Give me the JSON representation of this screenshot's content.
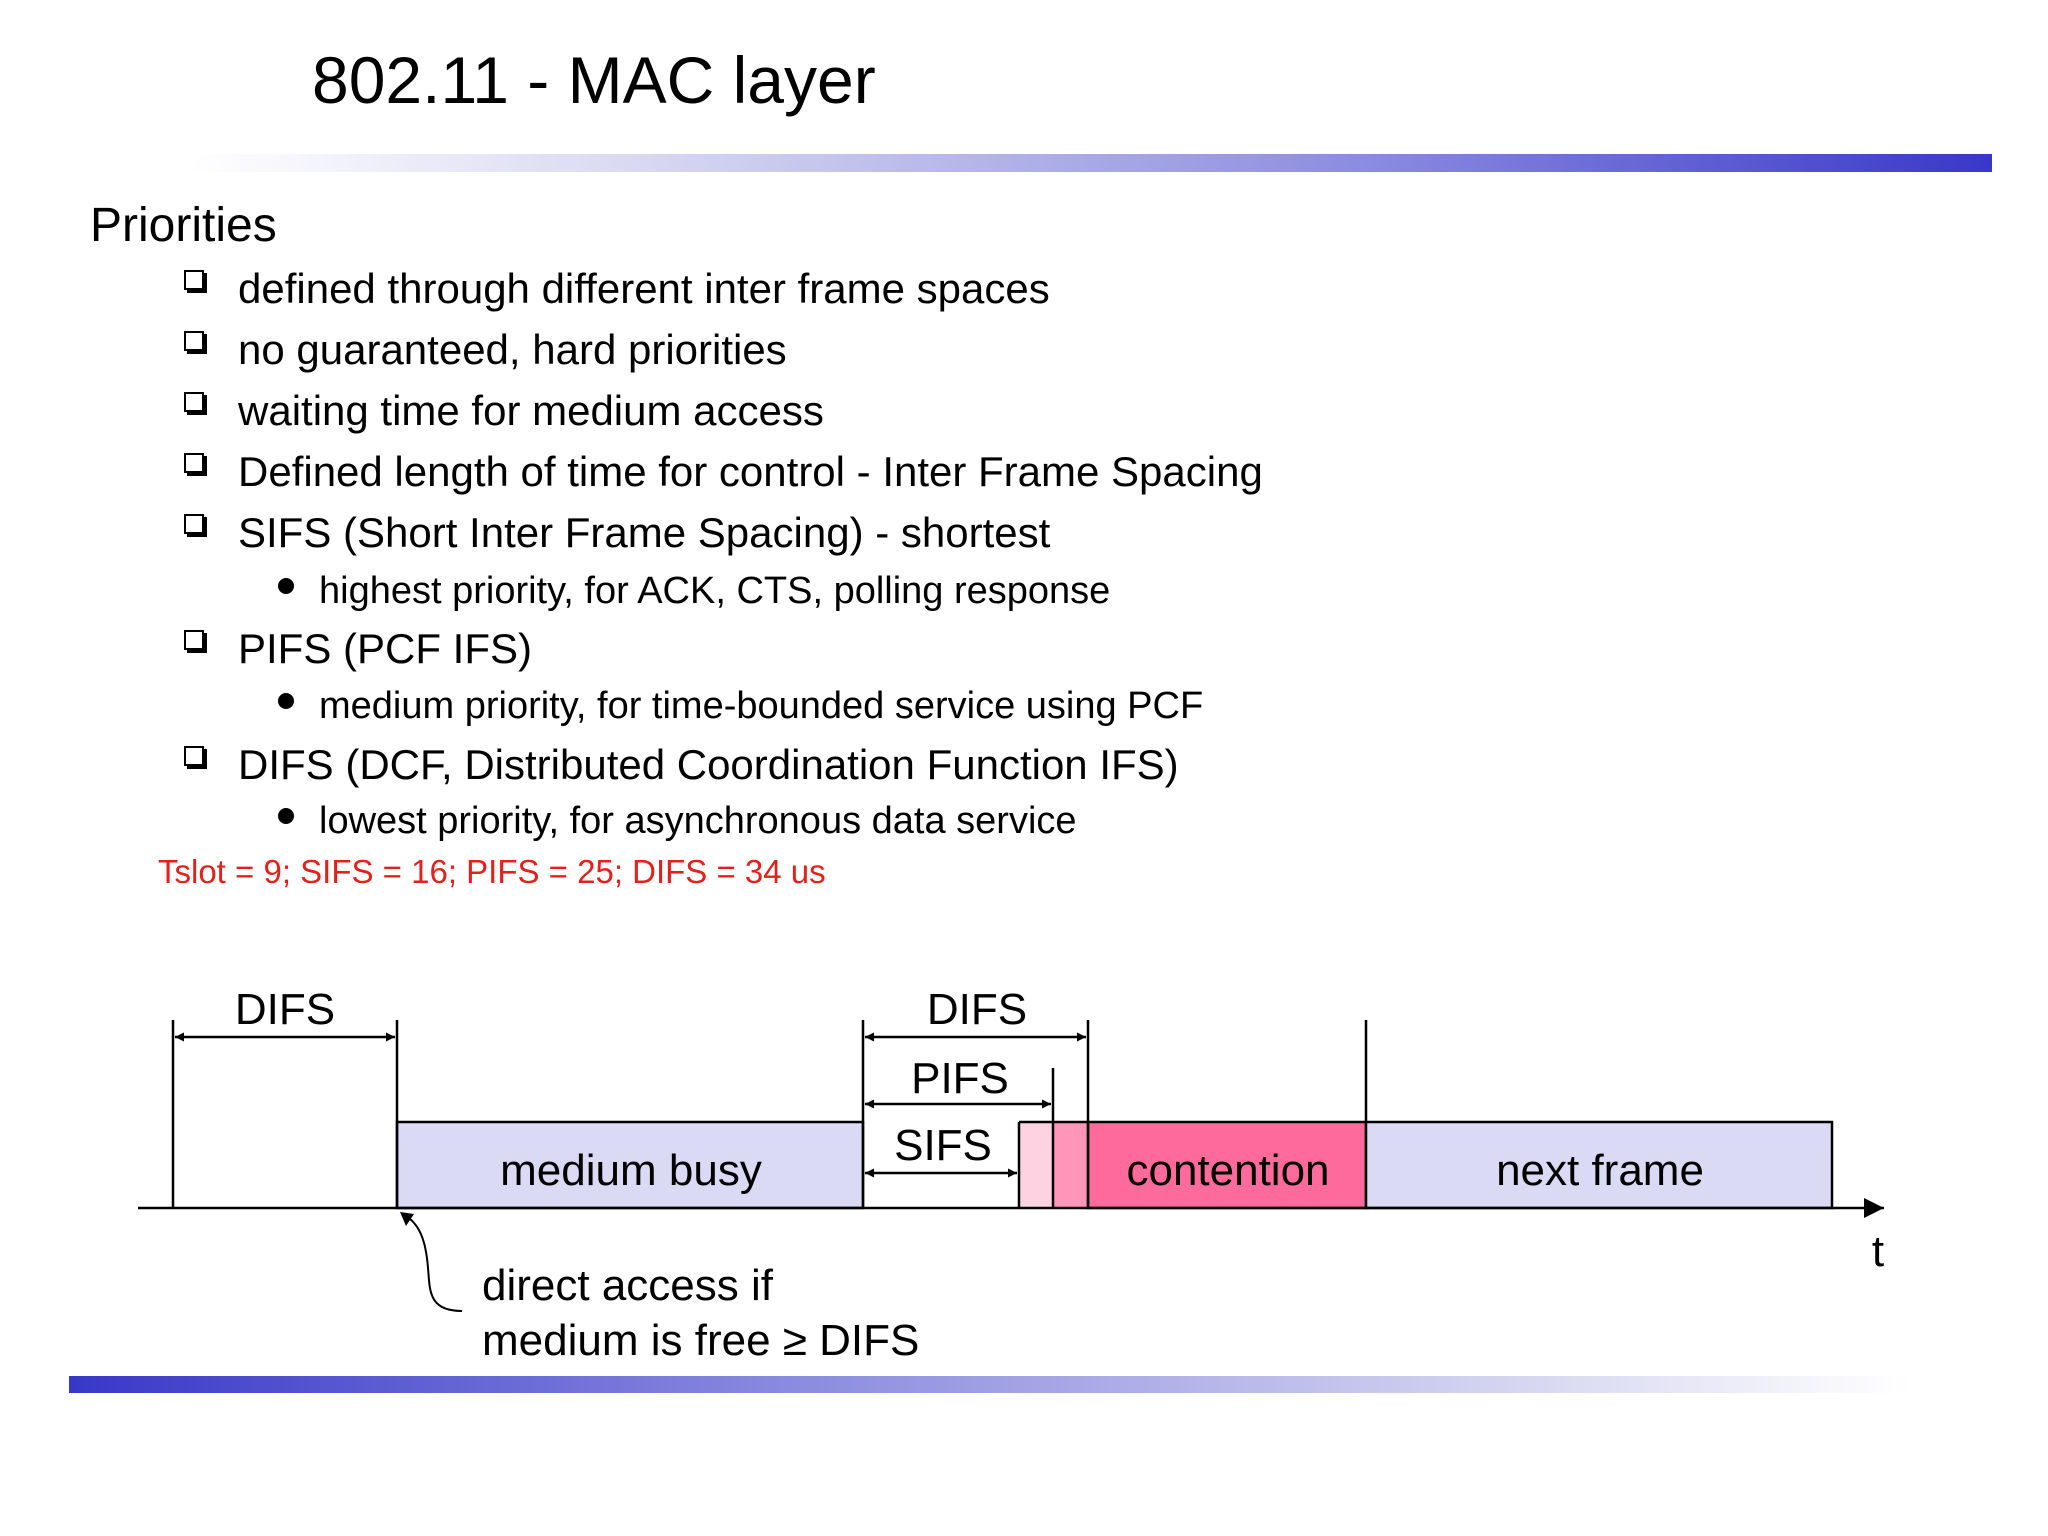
{
  "slide": {
    "title": "802.11 - MAC layer",
    "heading": "Priorities",
    "bullets": [
      "defined through different inter frame spaces",
      "no guaranteed, hard priorities",
      "waiting time for medium access",
      "Defined length of time for control - Inter Frame Spacing",
      "SIFS (Short Inter Frame Spacing)  - shortest",
      "PIFS (PCF IFS)",
      "DIFS (DCF, Distributed Coordination Function IFS)"
    ],
    "subbullets": [
      "highest priority, for ACK, CTS, polling response",
      "medium priority, for time-bounded service using PCF",
      "lowest priority, for asynchronous data service"
    ],
    "note": "Tslot = 9; SIFS = 16; PIFS = 25; DIFS = 34 us"
  },
  "diagram": {
    "labels": {
      "difs_left": "DIFS",
      "difs_right": "DIFS",
      "pifs": "PIFS",
      "sifs": "SIFS",
      "medium_busy": "medium busy",
      "contention": "contention",
      "next_frame": "next frame",
      "axis": "t",
      "annotation_line1": "direct access if",
      "annotation_line2": "medium is free ≥ DIFS"
    },
    "colors": {
      "busy_fill": "#dadaf4",
      "contention_fill": "#ff6a9c",
      "contention_light": "#ffd2e2",
      "contention_mid": "#ff96ba",
      "note_red": "#e2211c"
    }
  }
}
